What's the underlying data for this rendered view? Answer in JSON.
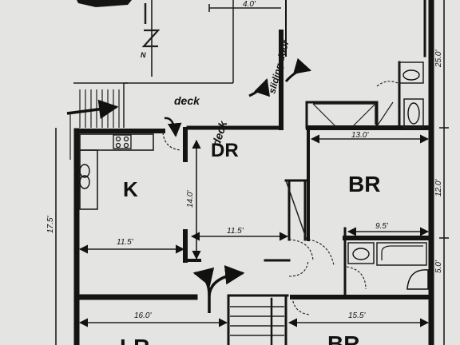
{
  "rooms": {
    "dining": "DR",
    "kitchen": "K",
    "bedroom": "BR",
    "lower_left": "LR",
    "lower_right": "BR"
  },
  "labels": {
    "deck_upper": "deck",
    "deck_lower": "deck",
    "sliding_door": "sliding door",
    "north": "N"
  },
  "dimensions": {
    "top_width": "4.0'",
    "bedroom_width": "13.0'",
    "right_upper": "25.0'",
    "right_middle": "12.0'",
    "right_lower": "5.0'",
    "left_height": "17.5'",
    "dr_height": "14.0'",
    "dr_width": "11.5'",
    "kitchen_width": "11.5'",
    "bath_width": "9.5'",
    "lower_left_width": "16.0'",
    "lower_right_width": "15.5'"
  }
}
